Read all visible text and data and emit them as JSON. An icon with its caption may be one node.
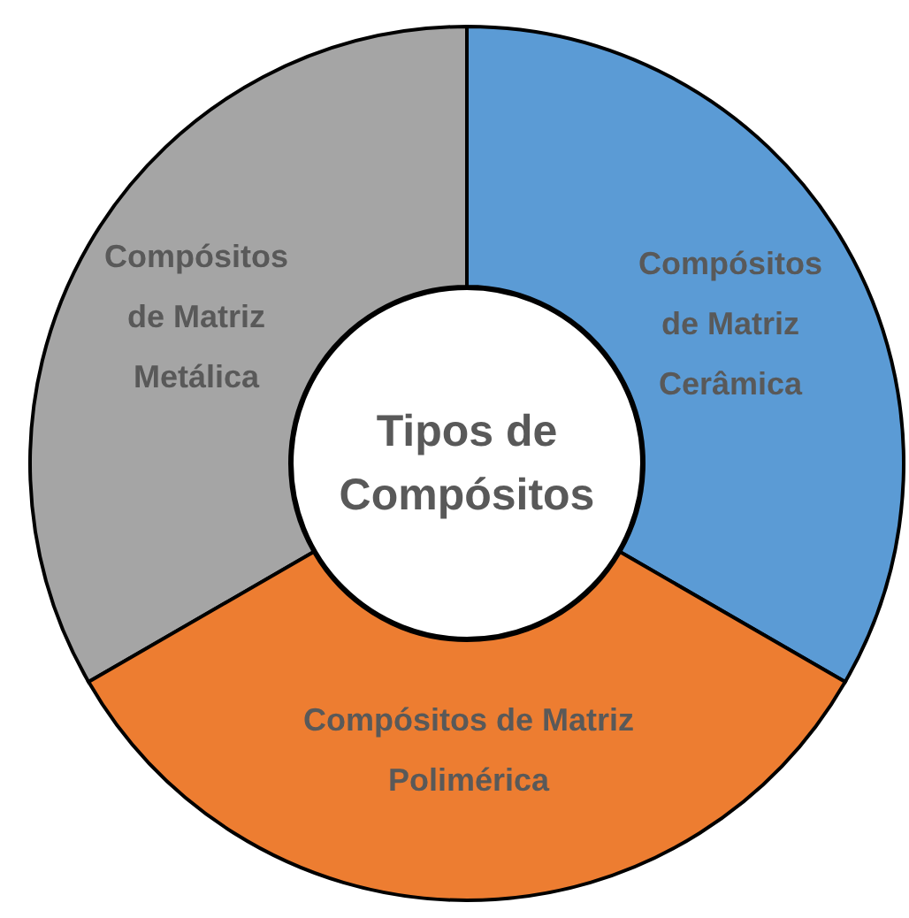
{
  "diagram": {
    "nodes": [
      {
        "text": [
          "Compósitos de Matriz Metálica"
        ]
      },
      {
        "text": [
          "Compósitos de Matriz Cerâmica"
        ]
      },
      {
        "text": [
          "Tipos de Compósitos"
        ]
      },
      {
        "text": [
          "Compósitos de Matriz Polimérica"
        ]
      }
    ]
  }
}
